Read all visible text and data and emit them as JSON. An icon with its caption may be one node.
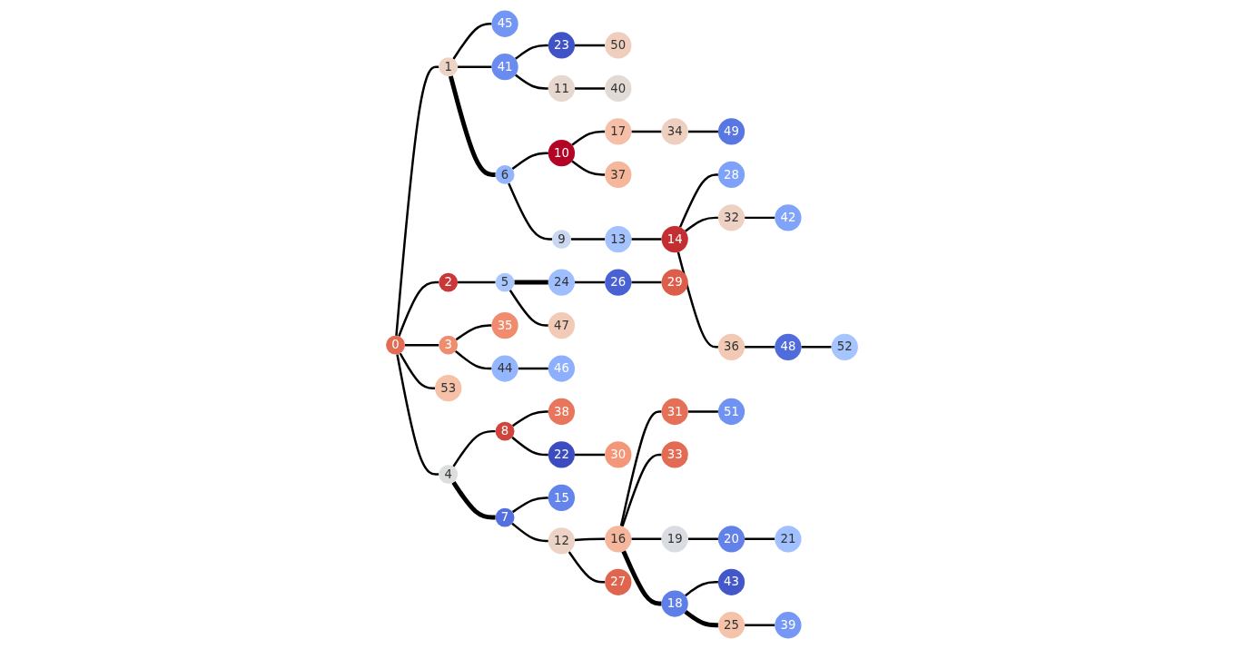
{
  "diagram": {
    "nodes": [
      {
        "text": [
          "0"
        ]
      },
      {
        "text": [
          "1"
        ]
      },
      {
        "text": [
          "2"
        ]
      },
      {
        "text": [
          "3"
        ]
      },
      {
        "text": [
          "4"
        ]
      },
      {
        "text": [
          "5"
        ]
      },
      {
        "text": [
          "6"
        ]
      },
      {
        "text": [
          "7"
        ]
      },
      {
        "text": [
          "8"
        ]
      },
      {
        "text": [
          "9"
        ]
      },
      {
        "text": [
          "10"
        ]
      },
      {
        "text": [
          "11"
        ]
      },
      {
        "text": [
          "12"
        ]
      },
      {
        "text": [
          "13"
        ]
      },
      {
        "text": [
          "14"
        ]
      },
      {
        "text": [
          "15"
        ]
      },
      {
        "text": [
          "16"
        ]
      },
      {
        "text": [
          "17"
        ]
      },
      {
        "text": [
          "18"
        ]
      },
      {
        "text": [
          "19"
        ]
      },
      {
        "text": [
          "20"
        ]
      },
      {
        "text": [
          "21"
        ]
      },
      {
        "text": [
          "22"
        ]
      },
      {
        "text": [
          "23"
        ]
      },
      {
        "text": [
          "24"
        ]
      },
      {
        "text": [
          "25"
        ]
      },
      {
        "text": [
          "26"
        ]
      },
      {
        "text": [
          "27"
        ]
      },
      {
        "text": [
          "28"
        ]
      },
      {
        "text": [
          "29"
        ]
      },
      {
        "text": [
          "30"
        ]
      },
      {
        "text": [
          "31"
        ]
      },
      {
        "text": [
          "32"
        ]
      },
      {
        "text": [
          "33"
        ]
      },
      {
        "text": [
          "34"
        ]
      },
      {
        "text": [
          "35"
        ]
      },
      {
        "text": [
          "36"
        ]
      },
      {
        "text": [
          "37"
        ]
      },
      {
        "text": [
          "38"
        ]
      },
      {
        "text": [
          "39"
        ]
      },
      {
        "text": [
          "40"
        ]
      },
      {
        "text": [
          "41"
        ]
      },
      {
        "text": [
          "42"
        ]
      },
      {
        "text": [
          "43"
        ]
      },
      {
        "text": [
          "44"
        ]
      },
      {
        "text": [
          "45"
        ]
      },
      {
        "text": [
          "46"
        ]
      },
      {
        "text": [
          "47"
        ]
      },
      {
        "text": [
          "48"
        ]
      },
      {
        "text": [
          "49"
        ]
      },
      {
        "text": [
          "50"
        ]
      },
      {
        "text": [
          "51"
        ]
      },
      {
        "text": [
          "52"
        ]
      },
      {
        "text": [
          "53"
        ]
      }
    ],
    "edges": [
      {
        "from": 0,
        "to": 1,
        "arrow": "none"
      },
      {
        "from": 0,
        "to": 2,
        "arrow": "none"
      },
      {
        "from": 0,
        "to": 3,
        "arrow": "none"
      },
      {
        "from": 0,
        "to": 53,
        "arrow": "none"
      },
      {
        "from": 0,
        "to": 4,
        "arrow": "none"
      },
      {
        "from": 2,
        "to": 5,
        "arrow": "none"
      },
      {
        "from": 5,
        "to": 24,
        "arrow": "none",
        "style": "thick"
      },
      {
        "from": 24,
        "to": 26,
        "arrow": "none"
      },
      {
        "from": 26,
        "to": 29,
        "arrow": "none"
      },
      {
        "from": 5,
        "to": 47,
        "arrow": "none"
      },
      {
        "from": 3,
        "to": 35,
        "arrow": "none"
      },
      {
        "from": 3,
        "to": 44,
        "arrow": "none"
      },
      {
        "from": 44,
        "to": 46,
        "arrow": "none"
      },
      {
        "from": 4,
        "to": 8,
        "arrow": "none"
      },
      {
        "from": 8,
        "to": 38,
        "arrow": "none"
      },
      {
        "from": 8,
        "to": 22,
        "arrow": "none"
      },
      {
        "from": 22,
        "to": 30,
        "arrow": "none"
      },
      {
        "from": 4,
        "to": 7,
        "arrow": "none",
        "style": "thick"
      },
      {
        "from": 7,
        "to": 15,
        "arrow": "none"
      },
      {
        "from": 7,
        "to": 12,
        "arrow": "none"
      },
      {
        "from": 12,
        "to": 16,
        "arrow": "none"
      },
      {
        "from": 12,
        "to": 27,
        "arrow": "none"
      },
      {
        "from": 16,
        "to": 31,
        "arrow": "none"
      },
      {
        "from": 31,
        "to": 51,
        "arrow": "none"
      },
      {
        "from": 16,
        "to": 33,
        "arrow": "none"
      },
      {
        "from": 16,
        "to": 19,
        "arrow": "none"
      },
      {
        "from": 19,
        "to": 20,
        "arrow": "none"
      },
      {
        "from": 20,
        "to": 21,
        "arrow": "none"
      },
      {
        "from": 16,
        "to": 18,
        "arrow": "none",
        "style": "thick"
      },
      {
        "from": 18,
        "to": 43,
        "arrow": "none"
      },
      {
        "from": 18,
        "to": 25,
        "arrow": "none",
        "style": "thick"
      },
      {
        "from": 25,
        "to": 39,
        "arrow": "none"
      },
      {
        "from": 1,
        "to": 45,
        "arrow": "none"
      },
      {
        "from": 1,
        "to": 41,
        "arrow": "none"
      },
      {
        "from": 41,
        "to": 23,
        "arrow": "none"
      },
      {
        "from": 23,
        "to": 50,
        "arrow": "none"
      },
      {
        "from": 41,
        "to": 11,
        "arrow": "none"
      },
      {
        "from": 11,
        "to": 40,
        "arrow": "none"
      },
      {
        "from": 1,
        "to": 6,
        "arrow": "none",
        "style": "thick"
      },
      {
        "from": 6,
        "to": 10,
        "arrow": "none"
      },
      {
        "from": 10,
        "to": 17,
        "arrow": "none"
      },
      {
        "from": 17,
        "to": 34,
        "arrow": "none"
      },
      {
        "from": 34,
        "to": 49,
        "arrow": "none"
      },
      {
        "from": 10,
        "to": 37,
        "arrow": "none"
      },
      {
        "from": 6,
        "to": 9,
        "arrow": "none"
      },
      {
        "from": 9,
        "to": 13,
        "arrow": "none"
      },
      {
        "from": 13,
        "to": 14,
        "arrow": "none"
      },
      {
        "from": 14,
        "to": 28,
        "arrow": "none"
      },
      {
        "from": 14,
        "to": 32,
        "arrow": "none"
      },
      {
        "from": 32,
        "to": 42,
        "arrow": "none"
      },
      {
        "from": 14,
        "to": 36,
        "arrow": "none"
      },
      {
        "from": 36,
        "to": 48,
        "arrow": "none"
      },
      {
        "from": 48,
        "to": 52,
        "arrow": "none"
      }
    ]
  }
}
